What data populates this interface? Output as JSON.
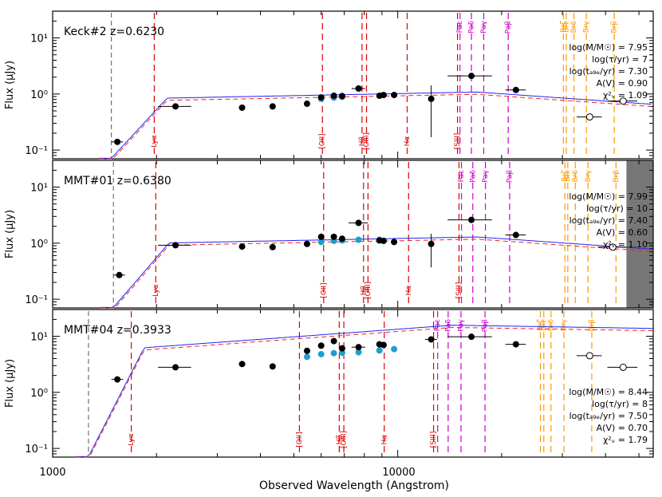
{
  "figure": {
    "xlabel": "Observed Wavelength (Angstrom)",
    "ylabel": "Flux (μJy)",
    "x_ticks": [
      "1000",
      "10000"
    ],
    "y_ticks": [
      "10¹",
      "10⁰",
      "10⁻¹"
    ]
  },
  "colors": {
    "points": "#000000",
    "model_points": "#1e9fcf",
    "line_fit_blue": "#2222ee",
    "line_fit_red": "#ee2222",
    "rest_lines_red": "#dd0000",
    "paschen": "#cc00cc",
    "brackett": "#ff9900",
    "band_fill": "#777777"
  },
  "chart_data": [
    {
      "type": "scatter",
      "panel": "Keck#2",
      "title": "Keck#2  z=0.6230",
      "xlabel": "Observed Wavelength (Angstrom)",
      "ylabel": "Flux (μJy)",
      "x_scale": "log",
      "y_scale": "log",
      "xlim": [
        1000,
        55000
      ],
      "ylim": [
        0.07,
        30
      ],
      "params": [
        "log(M/M☉) = 7.95",
        "log(τ/yr) = 7",
        "log(tₐ₉ₑ/yr) = 7.30",
        "A(V) = 0.90",
        "χ²ᵥ = 1.09"
      ],
      "lines": [
        {
          "label": "Lyα",
          "x": 1970,
          "group": "red"
        },
        {
          "label": "[OII]",
          "x": 6050,
          "group": "red"
        },
        {
          "label": "Hβ",
          "x": 7880,
          "group": "red"
        },
        {
          "label": "[OIII]",
          "x": 8120,
          "group": "red"
        },
        {
          "label": "Hα",
          "x": 10650,
          "group": "red"
        },
        {
          "label": "[SIII]",
          "x": 14900,
          "group": "red"
        },
        {
          "label": "Paε",
          "x": 15150,
          "group": "paschen"
        },
        {
          "label": "Paδ",
          "x": 16350,
          "group": "paschen"
        },
        {
          "label": "Paγ",
          "x": 17750,
          "group": "paschen"
        },
        {
          "label": "Paβ",
          "x": 20900,
          "group": "paschen"
        },
        {
          "label": "Brζ",
          "x": 30200,
          "group": "brackett"
        },
        {
          "label": "Brε",
          "x": 30800,
          "group": "brackett"
        },
        {
          "label": "Brδ",
          "x": 32400,
          "group": "brackett"
        },
        {
          "label": "Brγ",
          "x": 35200,
          "group": "brackett"
        },
        {
          "label": "Brβ",
          "x": 42400,
          "group": "brackett"
        }
      ],
      "dashed_limit_x": 1480,
      "detections": [
        {
          "x": 1540,
          "y": 0.14,
          "xerr": 60
        },
        {
          "x": 2270,
          "y": 0.6,
          "xerr": 250
        },
        {
          "x": 3540,
          "y": 0.57
        },
        {
          "x": 4340,
          "y": 0.6
        },
        {
          "x": 5460,
          "y": 0.67
        },
        {
          "x": 6000,
          "y": 0.87,
          "xerr": 120
        },
        {
          "x": 6530,
          "y": 0.93
        },
        {
          "x": 6900,
          "y": 0.92
        },
        {
          "x": 7700,
          "y": 1.25,
          "xerr": 350
        },
        {
          "x": 8850,
          "y": 0.93
        },
        {
          "x": 9100,
          "y": 0.96
        },
        {
          "x": 9760,
          "y": 0.96
        },
        {
          "x": 12500,
          "y": 0.82,
          "yerr": [
            0.65,
            0.6
          ]
        },
        {
          "x": 16350,
          "y": 2.1,
          "xerr": 2400
        },
        {
          "x": 22000,
          "y": 1.18,
          "xerr": 1500
        }
      ],
      "model_points": [
        {
          "x": 6000,
          "y": 0.82
        },
        {
          "x": 6530,
          "y": 0.86
        },
        {
          "x": 6900,
          "y": 0.89
        }
      ],
      "upper_limits": [
        {
          "x": 36000,
          "y": 0.39,
          "xerr": 3000
        },
        {
          "x": 45000,
          "y": 0.75,
          "xerr": 4500
        }
      ]
    },
    {
      "type": "scatter",
      "panel": "MMT#01",
      "title": "MMT#01  z=0.6380",
      "xlabel": "Observed Wavelength (Angstrom)",
      "ylabel": "Flux (μJy)",
      "x_scale": "log",
      "y_scale": "log",
      "xlim": [
        1000,
        55000
      ],
      "ylim": [
        0.07,
        30
      ],
      "params": [
        "log(M/M☉) = 7.99",
        "log(τ/yr) = 10",
        "log(tₐ₉ₑ/yr) = 7.40",
        "A(V) = 0.60",
        "χ²ᵥ = 1.10"
      ],
      "lines": [
        {
          "label": "Lyα",
          "x": 1990,
          "group": "red"
        },
        {
          "label": "[OII]",
          "x": 6100,
          "group": "red"
        },
        {
          "label": "Hβ",
          "x": 7960,
          "group": "red"
        },
        {
          "label": "[OIII]",
          "x": 8200,
          "group": "red"
        },
        {
          "label": "Hα",
          "x": 10750,
          "group": "red"
        },
        {
          "label": "[SIII]",
          "x": 15050,
          "group": "red"
        },
        {
          "label": "Paε",
          "x": 15300,
          "group": "paschen"
        },
        {
          "label": "Paδ",
          "x": 16500,
          "group": "paschen"
        },
        {
          "label": "Paγ",
          "x": 17950,
          "group": "paschen"
        },
        {
          "label": "Paβ",
          "x": 21100,
          "group": "paschen"
        },
        {
          "label": "Brζ",
          "x": 30500,
          "group": "brackett"
        },
        {
          "label": "Brε",
          "x": 31100,
          "group": "brackett"
        },
        {
          "label": "Brδ",
          "x": 32700,
          "group": "brackett"
        },
        {
          "label": "Brγ",
          "x": 35600,
          "group": "brackett"
        },
        {
          "label": "Brβ",
          "x": 42900,
          "group": "brackett"
        }
      ],
      "dashed_limit_x": 1500,
      "shaded_band_x": [
        46000,
        55000
      ],
      "detections": [
        {
          "x": 1560,
          "y": 0.27,
          "xerr": 60
        },
        {
          "x": 2270,
          "y": 0.92,
          "xerr": 250
        },
        {
          "x": 3540,
          "y": 0.87
        },
        {
          "x": 4340,
          "y": 0.85
        },
        {
          "x": 5460,
          "y": 0.97
        },
        {
          "x": 6000,
          "y": 1.3,
          "xerr": 120
        },
        {
          "x": 6530,
          "y": 1.3
        },
        {
          "x": 6900,
          "y": 1.2
        },
        {
          "x": 7700,
          "y": 2.3,
          "xerr": 500
        },
        {
          "x": 8850,
          "y": 1.12
        },
        {
          "x": 9100,
          "y": 1.1
        },
        {
          "x": 9760,
          "y": 1.05
        },
        {
          "x": 12500,
          "y": 0.97,
          "yerr": [
            0.6,
            0.5
          ]
        },
        {
          "x": 16350,
          "y": 2.6,
          "xerr": 2400
        },
        {
          "x": 22000,
          "y": 1.4,
          "xerr": 1500
        }
      ],
      "model_points": [
        {
          "x": 6000,
          "y": 1.05
        },
        {
          "x": 6530,
          "y": 1.1
        },
        {
          "x": 6900,
          "y": 1.12
        },
        {
          "x": 7700,
          "y": 1.15
        },
        {
          "x": 8850,
          "y": 1.15
        }
      ],
      "upper_limits": [
        {
          "x": 42000,
          "y": 0.85,
          "xerr": 4000
        }
      ]
    },
    {
      "type": "scatter",
      "panel": "MMT#04",
      "title": "MMT#04  z=0.3933",
      "xlabel": "Observed Wavelength (Angstrom)",
      "ylabel": "Flux (μJy)",
      "x_scale": "log",
      "y_scale": "log",
      "xlim": [
        1000,
        55000
      ],
      "ylim": [
        0.07,
        30
      ],
      "params": [
        "log(M/M☉) = 8.44",
        "log(τ/yr) = 8",
        "log(tₐ₉ₑ/yr) = 7.50",
        "A(V) = 0.70",
        "χ²ᵥ = 1.79"
      ],
      "lines": [
        {
          "label": "Lyα",
          "x": 1690,
          "group": "red"
        },
        {
          "label": "[OII]",
          "x": 5190,
          "group": "red"
        },
        {
          "label": "Hβ",
          "x": 6770,
          "group": "red"
        },
        {
          "label": "[OIII]",
          "x": 6980,
          "group": "red"
        },
        {
          "label": "Hα",
          "x": 9140,
          "group": "red"
        },
        {
          "label": "[SIII]",
          "x": 12700,
          "group": "red"
        },
        {
          "label": "Paε",
          "x": 13050,
          "group": "paschen"
        },
        {
          "label": "Paδ",
          "x": 14000,
          "group": "paschen"
        },
        {
          "label": "Paγ",
          "x": 15250,
          "group": "paschen"
        },
        {
          "label": "Paβ",
          "x": 17900,
          "group": "paschen"
        },
        {
          "label": "Brζ",
          "x": 25900,
          "group": "brackett"
        },
        {
          "label": "Brε",
          "x": 26500,
          "group": "brackett"
        },
        {
          "label": "Brδ",
          "x": 27800,
          "group": "brackett"
        },
        {
          "label": "Brγ",
          "x": 30300,
          "group": "brackett"
        },
        {
          "label": "Brβ",
          "x": 36500,
          "group": "brackett"
        }
      ],
      "dashed_limit_x": 1270,
      "detections": [
        {
          "x": 1540,
          "y": 1.7,
          "xerr": 60
        },
        {
          "x": 2270,
          "y": 2.8,
          "xerr": 250
        },
        {
          "x": 3540,
          "y": 3.2
        },
        {
          "x": 4340,
          "y": 2.9
        },
        {
          "x": 5460,
          "y": 5.5
        },
        {
          "x": 6000,
          "y": 6.8,
          "xerr": 120
        },
        {
          "x": 6530,
          "y": 8.2
        },
        {
          "x": 6900,
          "y": 6.1
        },
        {
          "x": 7700,
          "y": 6.4,
          "xerr": 350
        },
        {
          "x": 8850,
          "y": 7.2
        },
        {
          "x": 9100,
          "y": 7.0
        },
        {
          "x": 12500,
          "y": 8.8,
          "xerr": 500
        },
        {
          "x": 16350,
          "y": 9.8,
          "xerr": 2400
        },
        {
          "x": 22000,
          "y": 7.2,
          "xerr": 1500
        }
      ],
      "model_points": [
        {
          "x": 5460,
          "y": 4.3
        },
        {
          "x": 6000,
          "y": 4.8
        },
        {
          "x": 6530,
          "y": 5.0
        },
        {
          "x": 6900,
          "y": 5.1
        },
        {
          "x": 7700,
          "y": 5.2
        },
        {
          "x": 8850,
          "y": 5.6
        },
        {
          "x": 9760,
          "y": 5.9
        }
      ],
      "upper_limits": [
        {
          "x": 36000,
          "y": 4.5,
          "xerr": 3000
        },
        {
          "x": 45000,
          "y": 2.8,
          "xerr": 4500
        }
      ]
    }
  ]
}
